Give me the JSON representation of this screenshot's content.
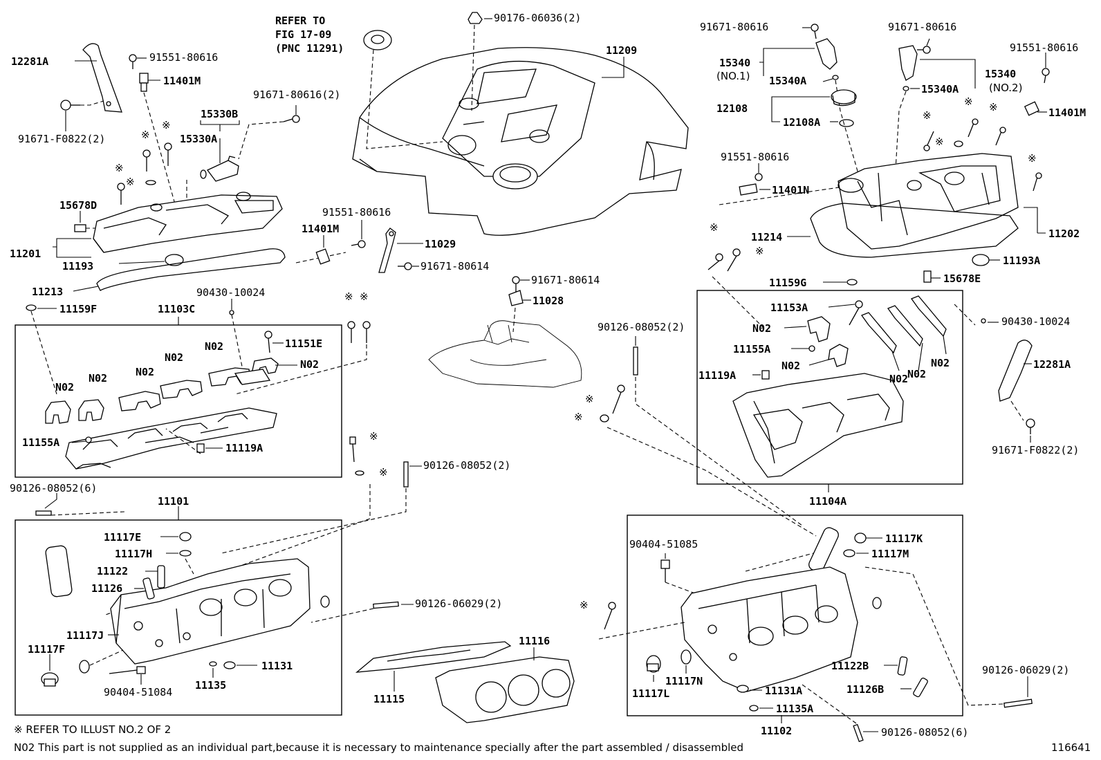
{
  "refer_to": {
    "line1": "REFER TO",
    "line2": "FIG 17-09",
    "line3": "(PNC 11291)"
  },
  "labels": {
    "p12281A_l": "12281A",
    "p91551_80616_a": "91551-80616",
    "p11401M_a": "11401M",
    "p91671_F0822_l": "91671-F0822(2)",
    "p91671_80616_2": "91671-80616(2)",
    "p15330B": "15330B",
    "p15330A": "15330A",
    "p15678D": "15678D",
    "p11201": "11201",
    "p11193": "11193",
    "p11213": "11213",
    "p90430_10024_l": "90430-10024",
    "p11159F": "11159F",
    "p11103C": "11103C",
    "p11151E": "11151E",
    "p11155A_l": "11155A",
    "p11119A_l": "11119A",
    "p90126_08052_6a": "90126-08052(6)",
    "p11101": "11101",
    "p11117E": "11117E",
    "p11117H": "11117H",
    "p11122": "11122",
    "p11126": "11126",
    "p11117J": "11117J",
    "p11117F": "11117F",
    "p90404_51084": "90404-51084",
    "p11135": "11135",
    "p11131": "11131",
    "p90176_06036": "90176-06036(2)",
    "p11209": "11209",
    "p91551_80616_b": "91551-80616",
    "p11401M_b": "11401M",
    "p11029": "11029",
    "p91671_80614_a": "91671-80614",
    "p91671_80614_b": "91671-80614",
    "p11028": "11028",
    "p90126_08052_2a": "90126-08052(2)",
    "p90126_06029_2a": "90126-06029(2)",
    "p11116": "11116",
    "p11115": "11115",
    "p91671_80616_c": "91671-80616",
    "p91671_80616_d": "91671-80616",
    "p91551_80616_c": "91551-80616",
    "p15340_1": "15340",
    "p15340_no1": "(NO.1)",
    "p15340A_1": "15340A",
    "p15340_2": "15340",
    "p15340_no2": "(NO.2)",
    "p15340A_2": "15340A",
    "p11401M_c": "11401M",
    "p12108": "12108",
    "p12108A": "12108A",
    "p91551_80616_d": "91551-80616",
    "p11401N": "11401N",
    "p11214": "11214",
    "p11202": "11202",
    "p11193A": "11193A",
    "p11159G": "11159G",
    "p15678E": "15678E",
    "p11153A": "11153A",
    "p11155A_r": "11155A",
    "p11119A_r": "11119A",
    "p90126_08052_2b": "90126-08052(2)",
    "p90430_10024_r": "90430-10024",
    "p12281A_r": "12281A",
    "p91671_F0822_r": "91671-F0822(2)",
    "p11104A": "11104A",
    "p90404_51085": "90404-51085",
    "p11117K": "11117K",
    "p11117M": "11117M",
    "p11122B": "11122B",
    "p11126B": "11126B",
    "p11117N": "11117N",
    "p11117L": "11117L",
    "p11131A": "11131A",
    "p11135A": "11135A",
    "p11102": "11102",
    "p90126_06029_2b": "90126-06029(2)",
    "p90126_08052_6b": "90126-08052(6)",
    "n02": "N02",
    "ref_mark": "※"
  },
  "footnotes": {
    "ref_note": "※ REFER TO ILLUST NO.2 OF 2",
    "n02_note": "N02 This part is not supplied as an individual part,because it is necessary to maintenance specially after the part assembled / disassembled",
    "illustration_number": "116641"
  }
}
